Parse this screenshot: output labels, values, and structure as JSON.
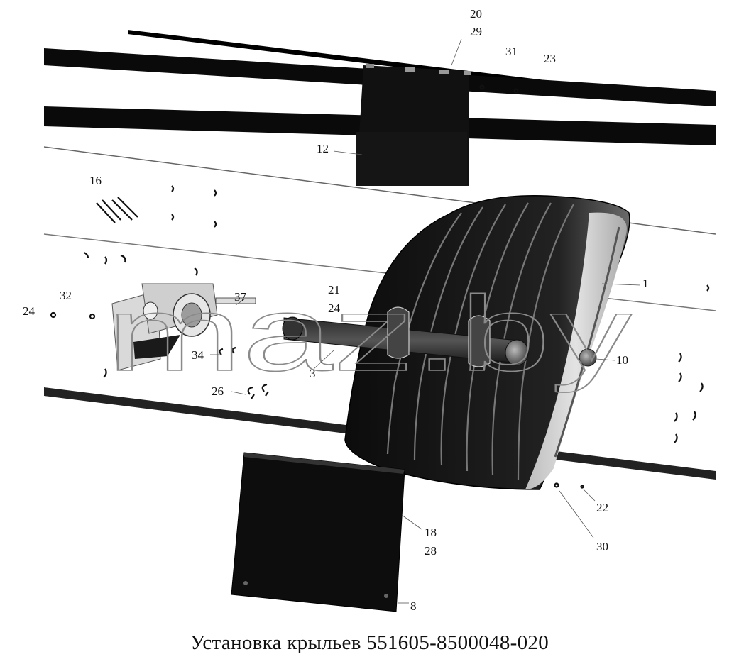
{
  "caption": "Установка крыльев 551605-8500048-020",
  "watermark": "maz.by",
  "callouts": {
    "c20": "20",
    "c29": "29",
    "c31": "31",
    "c23": "23",
    "c12": "12",
    "c16": "16",
    "c1": "1",
    "c21": "21",
    "c24a": "24",
    "c37": "37",
    "c24b": "24",
    "c32": "32",
    "c34": "34",
    "c3": "3",
    "c10": "10",
    "c26": "26",
    "c18": "18",
    "c28": "28",
    "c22": "22",
    "c30": "30",
    "c8": "8"
  }
}
